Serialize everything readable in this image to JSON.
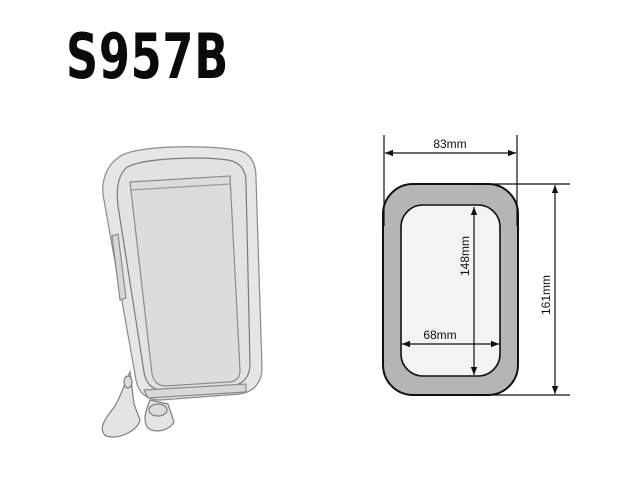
{
  "title": "S957B",
  "product_illustration": {
    "description": "Smartphone holder pouch with handlebar mount straps",
    "icon": "phone-holder-pouch-icon"
  },
  "dimensions": {
    "outer_width": "83mm",
    "outer_height": "161mm",
    "inner_width": "68mm",
    "inner_height": "148mm"
  },
  "colors": {
    "frame_fill": "#b5b5b5",
    "inner_fill": "#f3f3f3",
    "stroke": "#111111",
    "title": "#0a0a0a"
  }
}
